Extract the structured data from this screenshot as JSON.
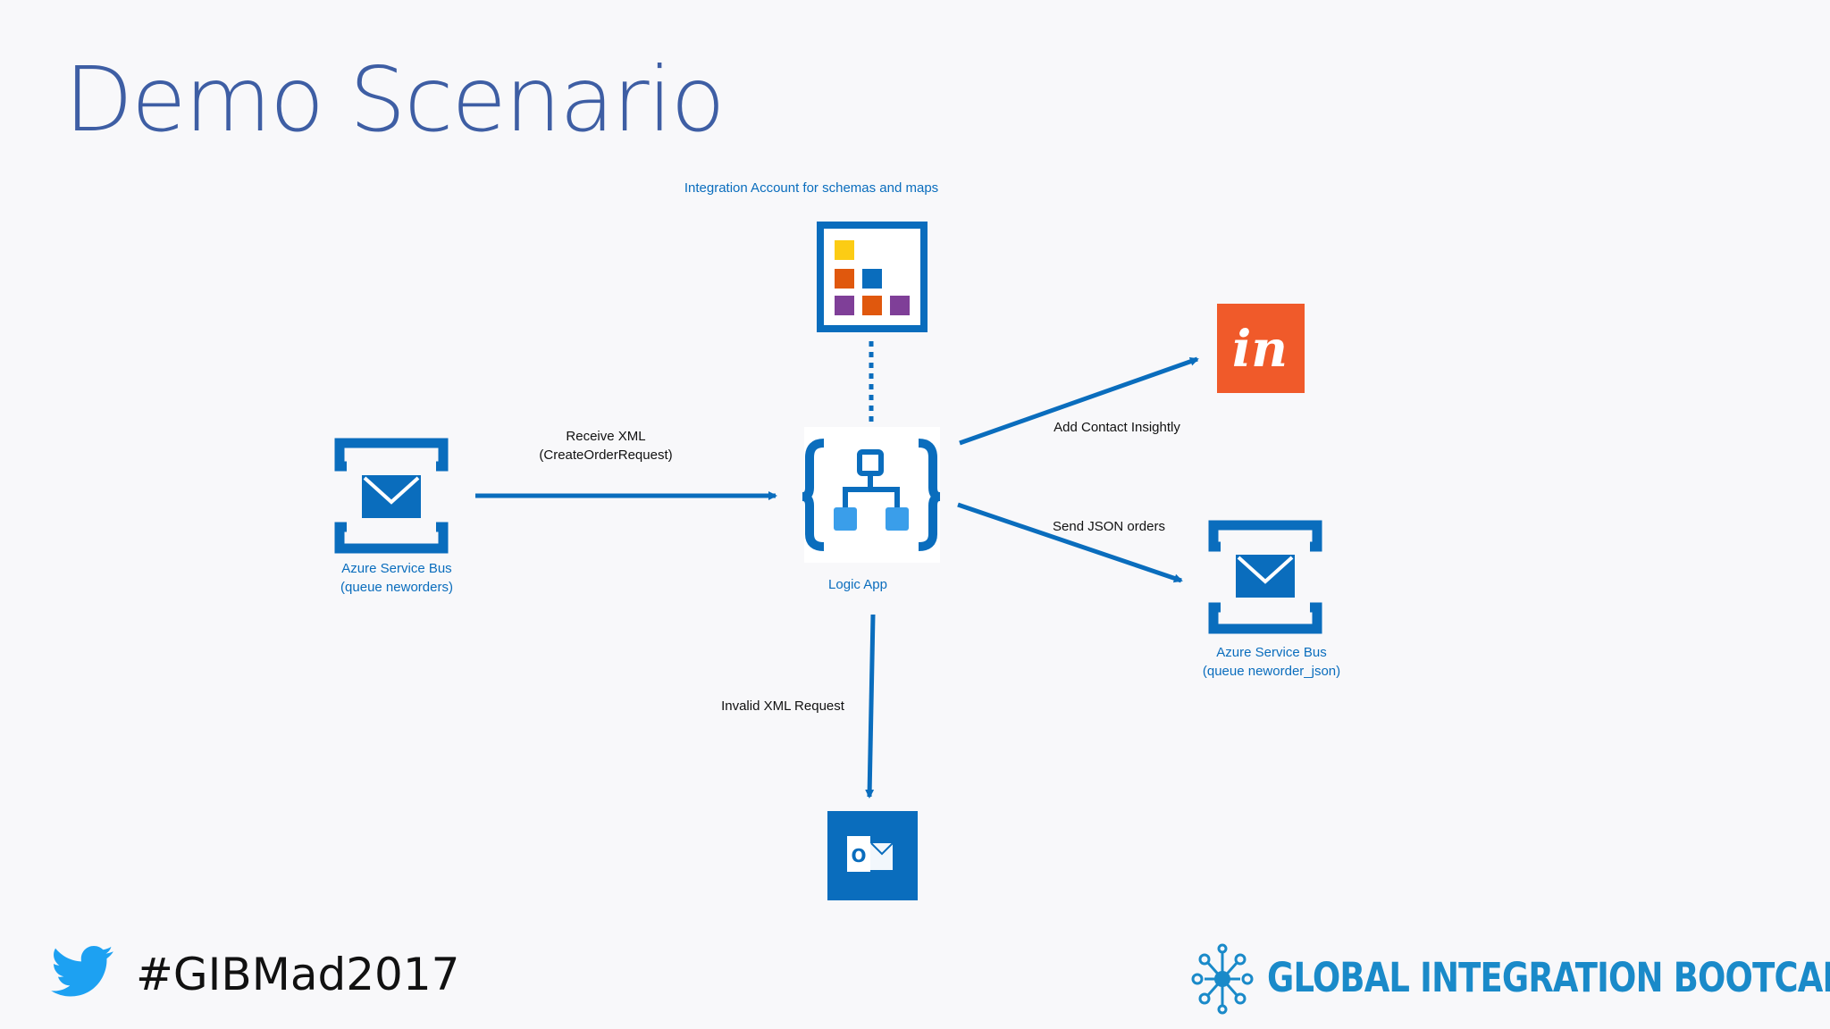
{
  "slide": {
    "title": "Demo Scenario"
  },
  "nodes": {
    "integration_account": {
      "label": "Integration Account for schemas and maps",
      "icon": "integration-account-icon"
    },
    "logic_app": {
      "label": "Logic App",
      "icon": "logic-app-icon"
    },
    "service_bus_in": {
      "label_line1": "Azure Service Bus",
      "label_line2": "(queue neworders)",
      "icon": "service-bus-icon"
    },
    "service_bus_out": {
      "label_line1": "Azure Service Bus",
      "label_line2": "(queue neworder_json)",
      "icon": "service-bus-icon"
    },
    "insightly": {
      "label": "in",
      "icon": "insightly-icon"
    },
    "outlook": {
      "label": "O",
      "icon": "outlook-icon"
    }
  },
  "edges": {
    "receive": {
      "line1": "Receive XML",
      "line2": "(CreateOrderRequest)"
    },
    "add_contact": {
      "label": "Add Contact Insightly"
    },
    "send_json": {
      "label": "Send JSON orders"
    },
    "invalid": {
      "label": "Invalid XML Request"
    }
  },
  "footer": {
    "hashtag": "#GIBMad2017",
    "brand": "GLOBAL INTEGRATION BOOTCAMP"
  },
  "colors": {
    "title": "#3e5ea4",
    "azure_blue": "#0a6dbd",
    "arrow": "#0a6dbd",
    "insightly": "#f05a2a",
    "twitter": "#1da1f2",
    "brand": "#1a8ac9"
  }
}
